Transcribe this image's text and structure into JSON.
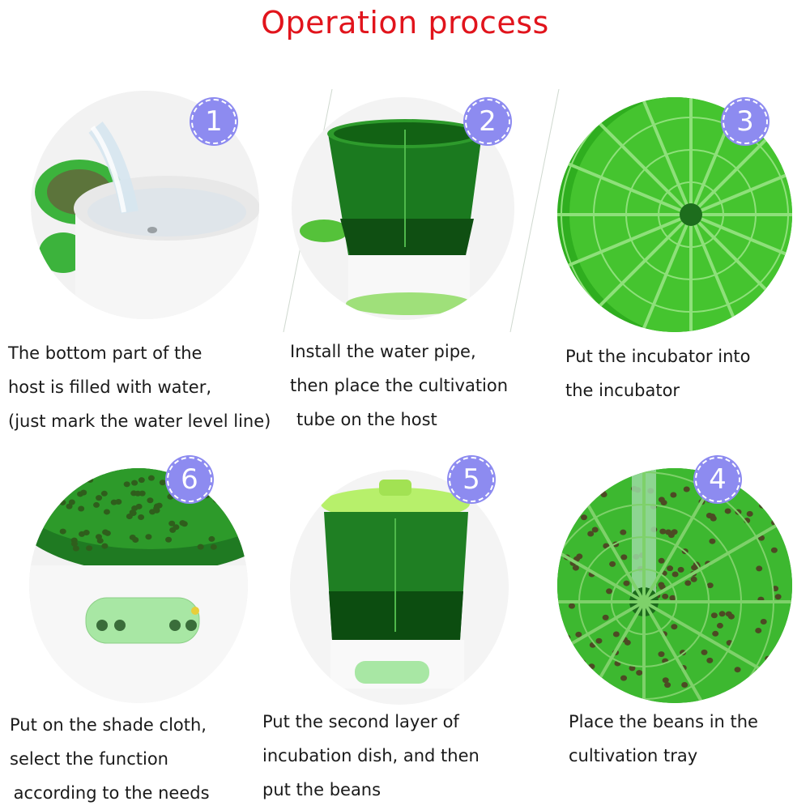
{
  "title": "Operation process",
  "steps": [
    {
      "number": "1",
      "lines": [
        "The bottom part of the",
        "host is filled with water,",
        "(just mark the water level line)"
      ]
    },
    {
      "number": "2",
      "lines": [
        "Install the water pipe,",
        "then place the cultivation",
        "tube on the host"
      ]
    },
    {
      "number": "3",
      "lines": [
        "Put the incubator into",
        "the incubator"
      ]
    },
    {
      "number": "6",
      "lines": [
        "Put on the shade cloth,",
        "select the function",
        " according to the needs"
      ]
    },
    {
      "number": "5",
      "lines": [
        "Put the second layer of",
        "incubation dish, and then",
        "put the beans"
      ]
    },
    {
      "number": "4",
      "lines": [
        "Place the beans in the",
        "cultivation tray"
      ]
    }
  ],
  "colors": {
    "title": "#e1141c",
    "badge": "#8d8bf0",
    "green": "#2fa82a",
    "dark_green": "#0f6b1a"
  }
}
